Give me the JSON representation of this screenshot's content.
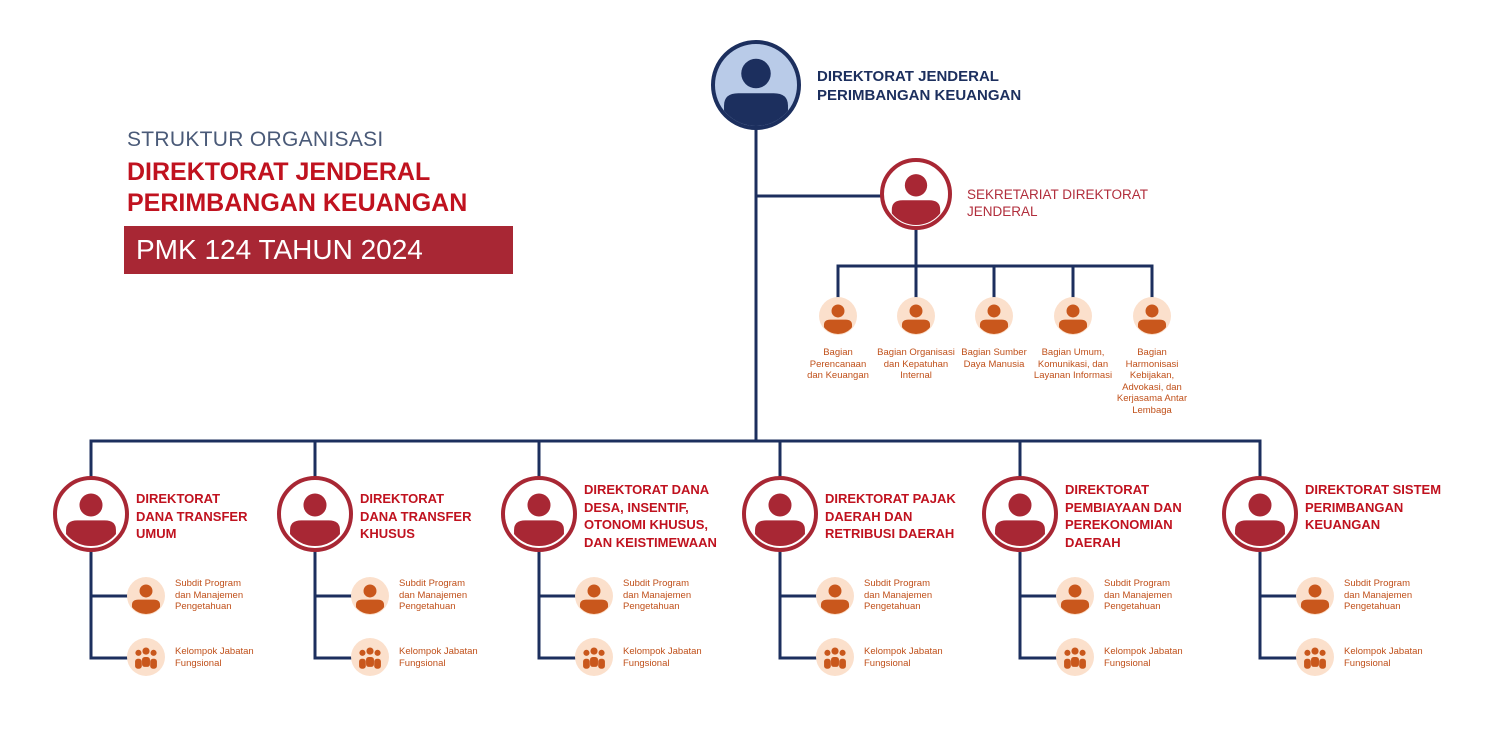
{
  "header": {
    "pre_title": "STRUKTUR ORGANISASI",
    "title_line1": "DIREKTORAT JENDERAL",
    "title_line2": "PERIMBANGAN KEUANGAN",
    "banner": "PMK 124 TAHUN 2024"
  },
  "top": {
    "line1": "DIREKTORAT JENDERAL",
    "line2": "PERIMBANGAN KEUANGAN"
  },
  "secretariat": {
    "line1": "SEKRETARIAT DIREKTORAT",
    "line2": "JENDERAL"
  },
  "bagian": [
    {
      "lines": [
        "Bagian",
        "Perencanaan",
        "dan Keuangan"
      ]
    },
    {
      "lines": [
        "Bagian Organisasi",
        "dan Kepatuhan",
        "Internal"
      ]
    },
    {
      "lines": [
        "Bagian Sumber",
        "Daya Manusia"
      ]
    },
    {
      "lines": [
        "Bagian Umum,",
        "Komunikasi, dan",
        "Layanan Informasi"
      ]
    },
    {
      "lines": [
        "Bagian",
        "Harmonisasi",
        "Kebijakan,",
        "Advokasi, dan",
        "Kerjasama Antar",
        "Lembaga"
      ]
    }
  ],
  "directorates": [
    {
      "lines": [
        "DIREKTORAT",
        "DANA TRANSFER",
        "UMUM"
      ]
    },
    {
      "lines": [
        "DIREKTORAT",
        "DANA TRANSFER",
        "KHUSUS"
      ]
    },
    {
      "lines": [
        "DIREKTORAT DANA",
        "DESA, INSENTIF,",
        "OTONOMI KHUSUS,",
        "DAN KEISTIMEWAAN"
      ]
    },
    {
      "lines": [
        "DIREKTORAT PAJAK",
        "DAERAH DAN",
        "RETRIBUSI DAERAH"
      ]
    },
    {
      "lines": [
        "DIREKTORAT",
        "PEMBIAYAAN DAN",
        "PEREKONOMIAN",
        "DAERAH"
      ]
    },
    {
      "lines": [
        "DIREKTORAT SISTEM",
        "PERIMBANGAN",
        "KEUANGAN"
      ]
    }
  ],
  "sub_units": {
    "subdit": [
      "Subdit Program",
      "dan Manajemen",
      "Pengetahuan"
    ],
    "kelompok": [
      "Kelompok Jabatan",
      "Fungsional"
    ]
  },
  "colors": {
    "navy": "#1c2f5e",
    "red": "#a82734",
    "orange": "#c9571c",
    "peach": "#fbe0cc",
    "top_fill": "#b9cbe8"
  }
}
